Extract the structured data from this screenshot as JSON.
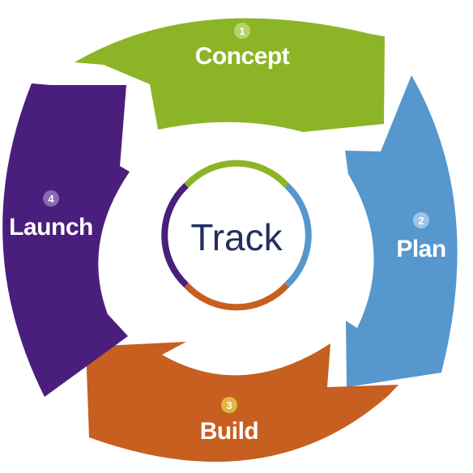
{
  "diagram": {
    "center": {
      "label": "Track",
      "text_color": "#22305f",
      "ring_colors": [
        "#8cb427",
        "#5697cd",
        "#c65f20",
        "#4a1e7c"
      ]
    },
    "steps": [
      {
        "number": "1",
        "label": "Concept",
        "color": "#8cb427",
        "badge_color": "#b8d36a"
      },
      {
        "number": "2",
        "label": "Plan",
        "color": "#5697cd",
        "badge_color": "#9fc4e5"
      },
      {
        "number": "3",
        "label": "Build",
        "color": "#c65f20",
        "badge_color": "#e2b73d"
      },
      {
        "number": "4",
        "label": "Launch",
        "color": "#4a1e7c",
        "badge_color": "#8a6ab0"
      }
    ]
  }
}
